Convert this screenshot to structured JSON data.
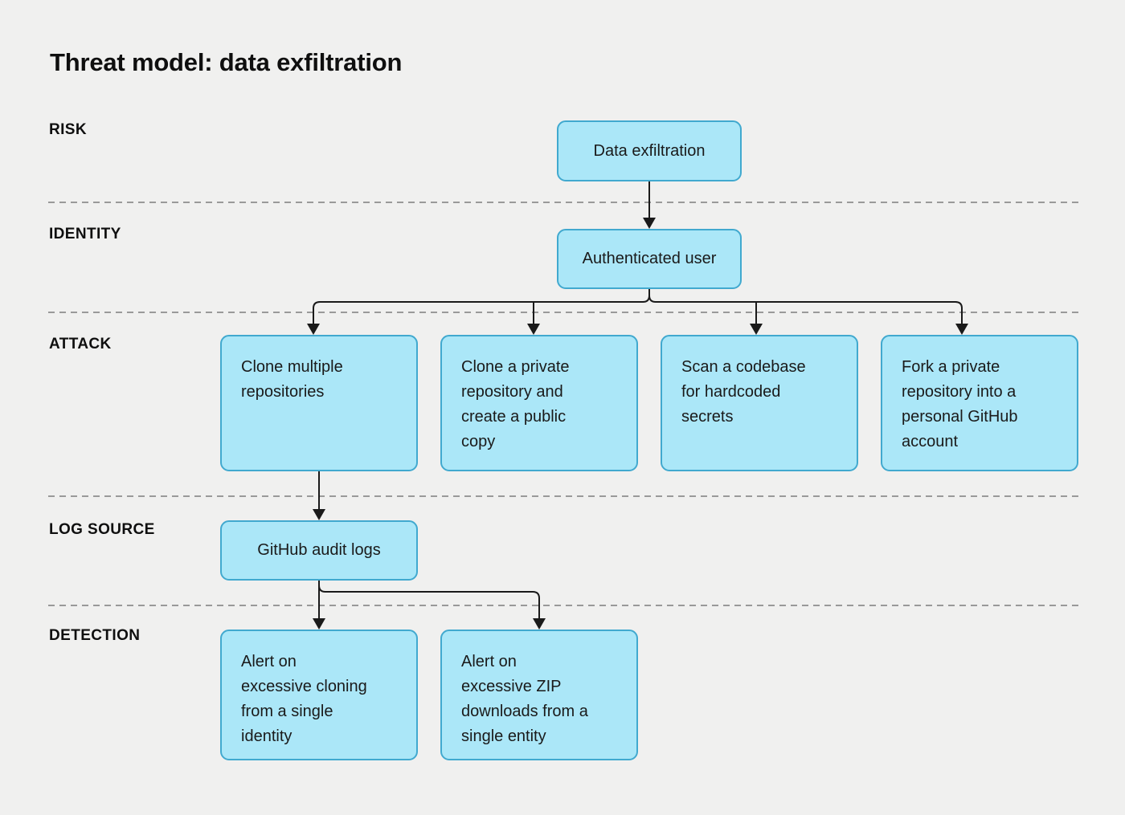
{
  "title": "Threat model: data exfiltration",
  "row_labels": {
    "risk": "RISK",
    "identity": "IDENTITY",
    "attack": "ATTACK",
    "log_source": "LOG SOURCE",
    "detection": "DETECTION"
  },
  "nodes": {
    "risk": "Data exfiltration",
    "identity": "Authenticated user",
    "attack_1": "Clone multiple\nrepositories",
    "attack_2": "Clone a private\nrepository and\ncreate a public\ncopy",
    "attack_3": "Scan a codebase\nfor hardcoded\nsecrets",
    "attack_4": "Fork a private\nrepository into a\npersonal GitHub\naccount",
    "log_source": "GitHub audit logs",
    "detection_1": "Alert on\nexcessive cloning\nfrom a single\nidentity",
    "detection_2": "Alert on\nexcessive ZIP\ndownloads from a\nsingle entity"
  },
  "colors": {
    "background": "#f0f0ef",
    "node_fill": "#abe7f8",
    "node_border": "#41a9cf",
    "text": "#1a1a1a",
    "divider": "#999999",
    "connector": "#1a1a1a"
  }
}
